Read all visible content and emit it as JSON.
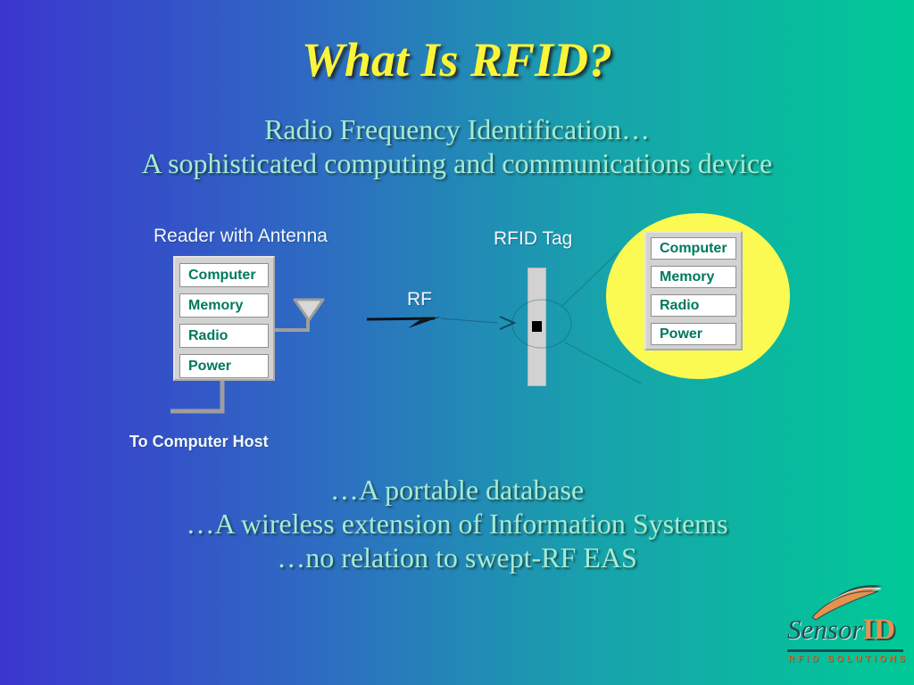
{
  "slide": {
    "title": "What Is RFID?",
    "subtitle": [
      "Radio Frequency Identification…",
      "A sophisticated computing and communications device"
    ]
  },
  "diagram": {
    "reader_label": "Reader with Antenna",
    "reader_components": [
      "Computer",
      "Memory",
      "Radio",
      "Power"
    ],
    "host_label": "To Computer Host",
    "rf_label": "RF",
    "tag_label": "RFID Tag",
    "tag_components": [
      "Computer",
      "Memory",
      "Radio",
      "Power"
    ]
  },
  "bullets": [
    "…A portable database",
    "…A wireless extension of Information Systems",
    "…no relation to swept-RF EAS"
  ],
  "logo": {
    "sensor": "Sensor",
    "id": "ID",
    "tagline": "RFID SOLUTIONS"
  },
  "icons": {
    "antenna-icon": "inverted-triangle-funnel",
    "rf-arrow-icon": "right-arrow",
    "beam-chevron-icon": "right-chevron",
    "chip-highlight-ellipse": "magnifier-callout",
    "swoosh-icon": "triple-crescent-swoosh"
  },
  "colors": {
    "background_left": "#3B36CE",
    "background_right": "#00CA96",
    "title_text": "#FBF53A",
    "body_text": "#A5EAD3",
    "diagram_label_text": "#F2F7FB",
    "component_text": "#00795C",
    "component_box": "#D2D2D2",
    "detail_circle": "#FAFA52",
    "logo_teal": "#1F4E4E",
    "logo_orange": "#E8914E"
  }
}
